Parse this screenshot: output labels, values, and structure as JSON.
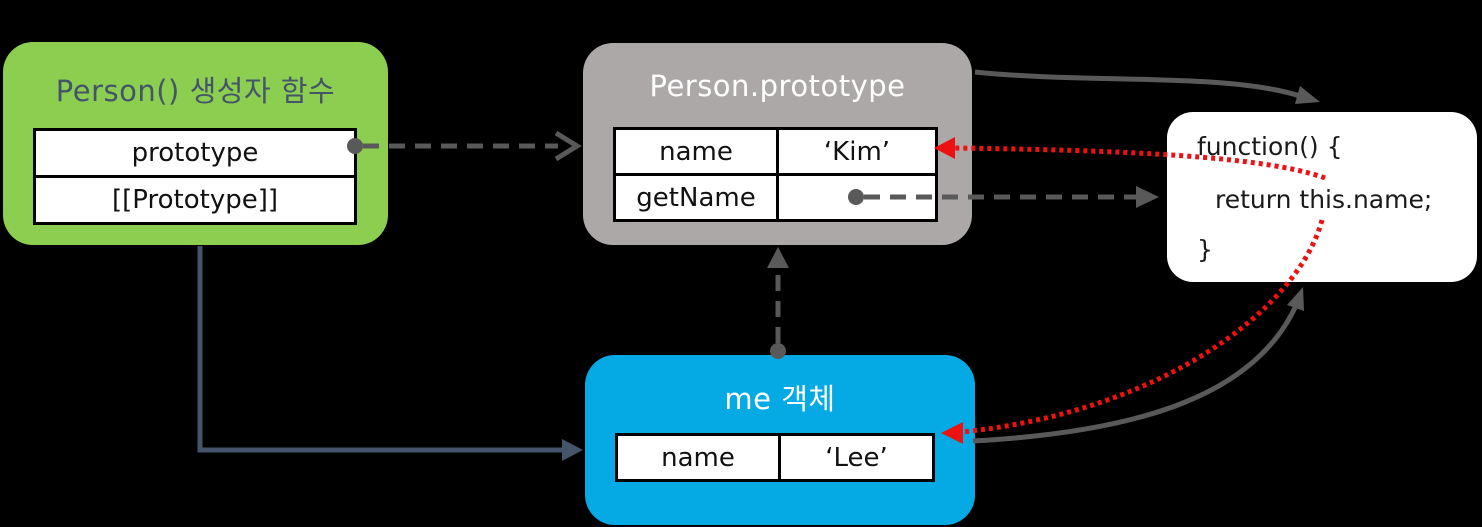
{
  "diagram": {
    "background": "#000000",
    "constructor_box": {
      "title": "Person() 생성자 함수",
      "bg": "#8CCE50",
      "title_color": "#44546A",
      "rows": [
        "prototype",
        "[[Prototype]]"
      ]
    },
    "prototype_box": {
      "title": "Person.prototype",
      "bg": "#ACA8A8",
      "title_color": "#FFFFFF",
      "rows": [
        {
          "key": "name",
          "value": "‘Kim’"
        },
        {
          "key": "getName",
          "value": ""
        }
      ]
    },
    "me_box": {
      "title": "me 객체",
      "bg": "#05A9E4",
      "title_color": "#FFFFFF",
      "rows": [
        {
          "key": "name",
          "value": "‘Lee’"
        }
      ]
    },
    "function_box": {
      "bg": "#FFFFFF",
      "text_color": "#1A1A1A",
      "lines": [
        "function() {",
        "return this.name;",
        "}"
      ]
    },
    "colors": {
      "arrow_gray": "#595959",
      "arrow_navy": "#44546A",
      "arrow_red": "#EE1111"
    }
  }
}
